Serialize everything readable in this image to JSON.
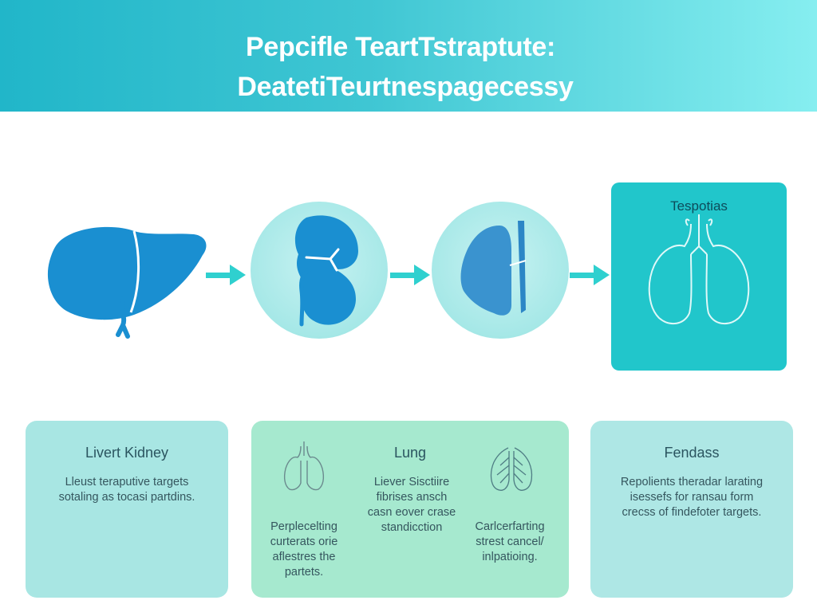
{
  "header": {
    "title_line1": "Pepcifle TeartTstraptute:",
    "title_line2": "DeatetiTeurtnespagecessy"
  },
  "flow": {
    "final_label": "Tespotias",
    "icons": [
      "liver-icon",
      "kidney-icon",
      "lung-half-icon",
      "lungs-icon"
    ]
  },
  "cards": {
    "left": {
      "title": "Livert Kidney",
      "text": [
        "Lleust teraputive targets",
        "sotaling as tocasi partdins."
      ]
    },
    "middle": {
      "title": "Lung",
      "center_text": [
        "Liever Sisctiire",
        "fibrises ansch",
        "casn eover crase",
        "standicction"
      ],
      "left_text": [
        "Perplecelting",
        "curterats orie",
        "aflestres the",
        "partets."
      ],
      "right_text": [
        "Carlcerfarting",
        "strest cancel/",
        "inlpatioing."
      ]
    },
    "right": {
      "title": "Fendass",
      "text": [
        "Repolients theradar larating",
        "isessefs for ransau form",
        "crecss of findefoter targets."
      ]
    }
  },
  "colors": {
    "banner_start": "#21b6c9",
    "banner_end": "#86eef0",
    "organ_blue": "#1a8fd1",
    "arrow_teal": "#2fd0cf",
    "final_box": "#21c6cb"
  }
}
